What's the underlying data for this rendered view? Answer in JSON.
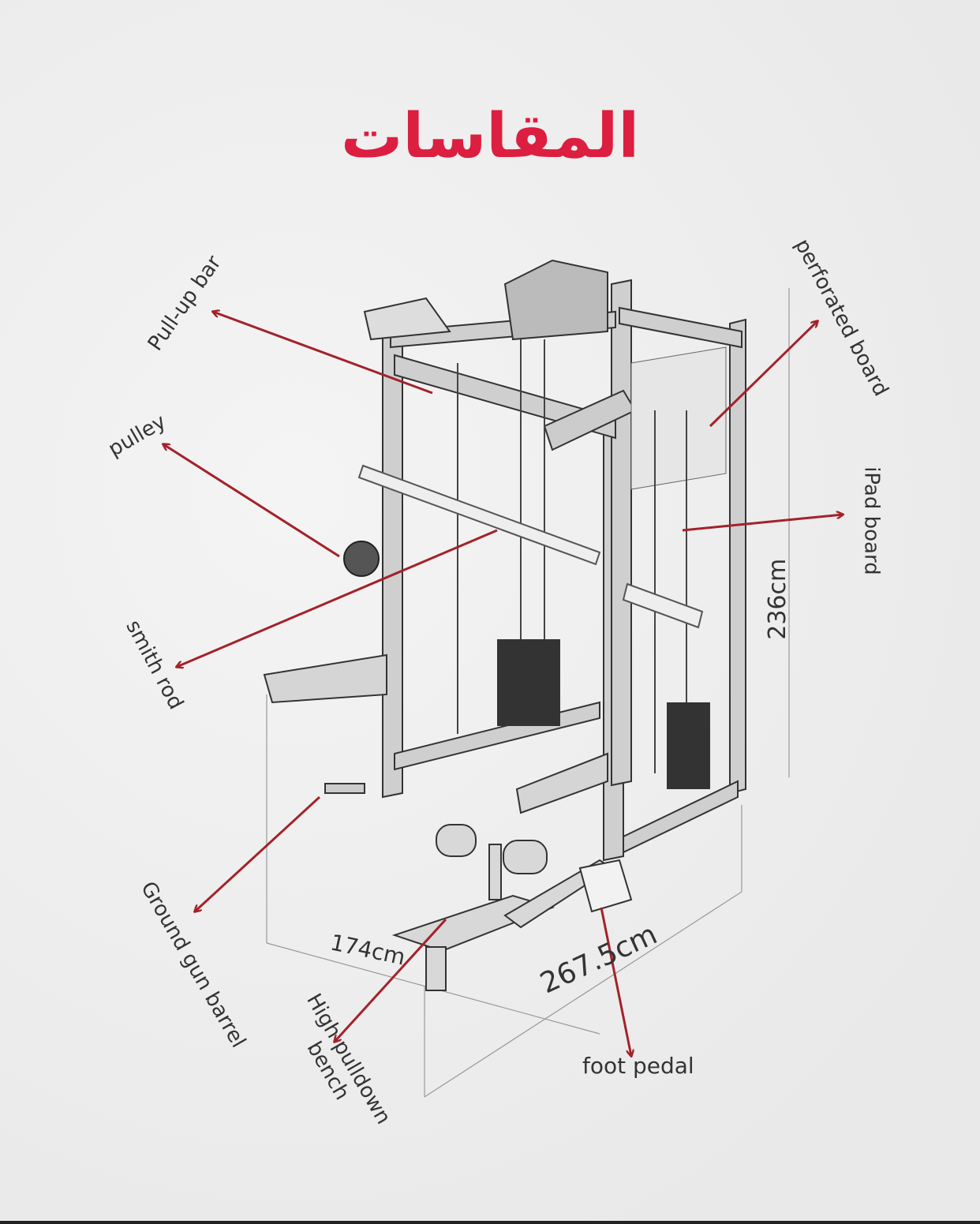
{
  "title": "المقاسات",
  "labels": {
    "pullup_bar": "Pull-up bar",
    "pulley": "pulley",
    "smith_rod": "smith rod",
    "ground_gun_barrel": "Ground gun barrel",
    "high_pulldown_bench_line1": "High pulldown",
    "high_pulldown_bench_line2": "bench",
    "foot_pedal": "foot pedal",
    "perforated_board": "perforated board",
    "ipad_board": "iPad board"
  },
  "dimensions": {
    "height": "236cm",
    "width": "174cm",
    "length": "267.5cm"
  },
  "colors": {
    "title": "#dc1e40",
    "arrow": "#a3222a"
  }
}
